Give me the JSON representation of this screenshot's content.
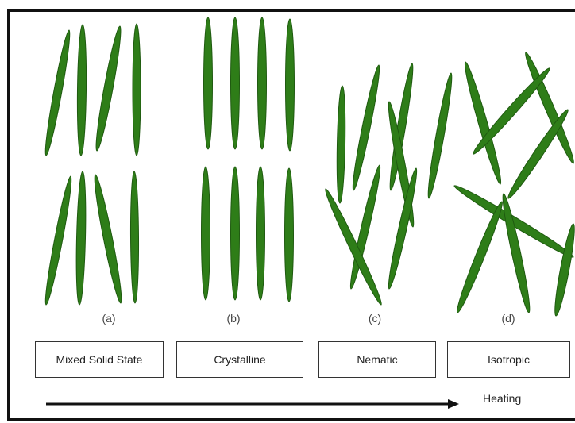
{
  "colors": {
    "rod_fill": "#2e7d18",
    "rod_stroke": "#1f5a10",
    "frame": "#111111",
    "arrow": "#111111"
  },
  "phases": [
    {
      "letter": "(a)",
      "label": "Mixed Solid State"
    },
    {
      "letter": "(b)",
      "label": "Crystalline"
    },
    {
      "letter": "(c)",
      "label": "Nematic"
    },
    {
      "letter": "(d)",
      "label": "Isotropic"
    }
  ],
  "heating_label": "Heating"
}
